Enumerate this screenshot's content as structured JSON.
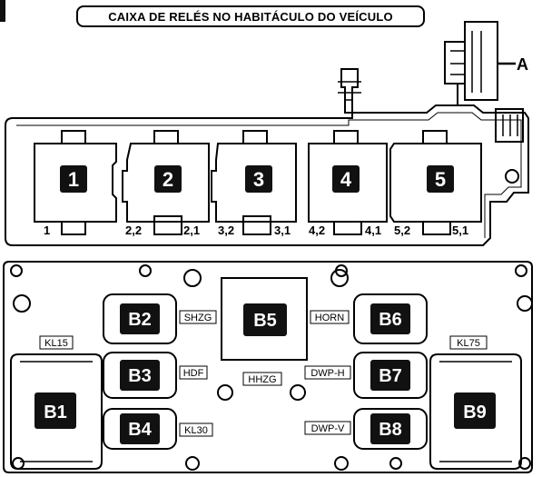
{
  "title": "CAIXA DE RELÉS NO HABITÁCULO DO VEÍCULO",
  "callout": "A",
  "relays": [
    {
      "num": "1",
      "pins": [
        "1"
      ]
    },
    {
      "num": "2",
      "pins": [
        "2,2",
        "2,1"
      ]
    },
    {
      "num": "3",
      "pins": [
        "3,2",
        "3,1"
      ]
    },
    {
      "num": "4",
      "pins": [
        "4,2",
        "4,1"
      ]
    },
    {
      "num": "5",
      "pins": [
        "5,2",
        "5,1"
      ]
    }
  ],
  "fuses": {
    "b1": "B1",
    "b2": "B2",
    "b3": "B3",
    "b4": "B4",
    "b5": "B5",
    "b6": "B6",
    "b7": "B7",
    "b8": "B8",
    "b9": "B9"
  },
  "tags": {
    "kl15": "KL15",
    "shzg": "SHZG",
    "hdf": "HDF",
    "kl30": "KL30",
    "hhzg": "HHZG",
    "horn": "HORN",
    "dwp_h": "DWP-H",
    "dwp_v": "DWP-V",
    "kl75": "KL75"
  }
}
